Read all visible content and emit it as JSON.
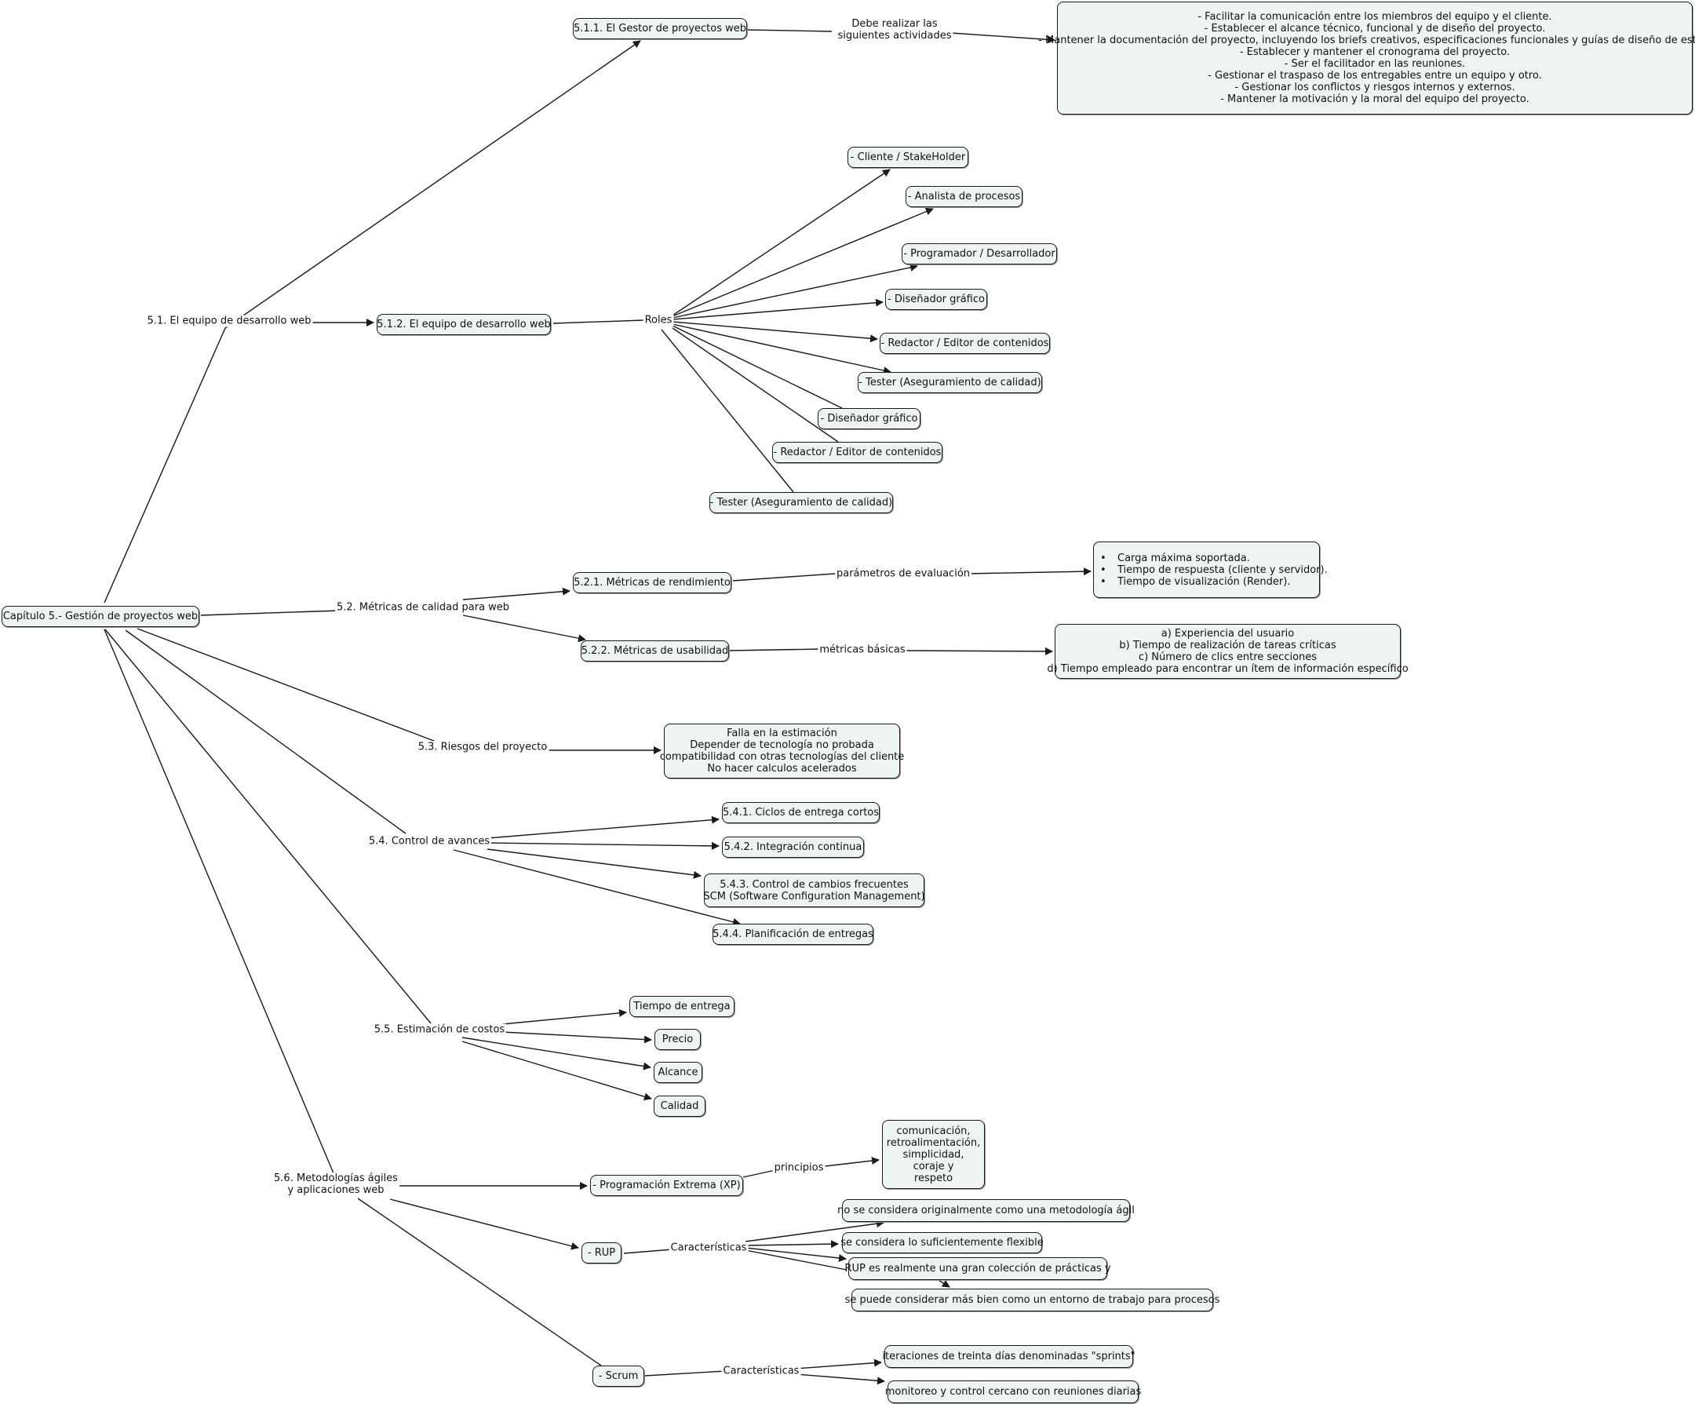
{
  "nodes": {
    "root": {
      "lines": [
        "Capítulo 5.- Gestión de proyectos web"
      ]
    },
    "n511": {
      "lines": [
        "5.1.1. El Gestor de proyectos web"
      ]
    },
    "acts": {
      "lines": [
        "- Facilitar la comunicación entre los miembros del equipo y el cliente.",
        "- Establecer el alcance técnico, funcional y de diseño del proyecto.",
        "- Mantener la documentación del proyecto, incluyendo los briefs creativos, especificaciones funcionales y guías de diseño de estilo.",
        "- Establecer y mantener el cronograma del proyecto.",
        "- Ser el facilitador en las reuniones.",
        "- Gestionar el traspaso de los entregables entre un equipo y otro.",
        "- Gestionar los conflictos y riesgos internos y externos.",
        "- Mantener la motivación y la moral del equipo del proyecto."
      ]
    },
    "n512": {
      "lines": [
        "5.1.2. El equipo de desarrollo web"
      ]
    },
    "r1": {
      "lines": [
        "- Cliente / StakeHolder"
      ]
    },
    "r2": {
      "lines": [
        "- Analista de procesos"
      ]
    },
    "r3": {
      "lines": [
        "- Programador / Desarrollador"
      ]
    },
    "r4": {
      "lines": [
        "- Diseñador gráfico"
      ]
    },
    "r5": {
      "lines": [
        "- Redactor / Editor de contenidos"
      ]
    },
    "r6": {
      "lines": [
        "- Tester (Aseguramiento de calidad)"
      ]
    },
    "r7": {
      "lines": [
        "- Diseñador gráfico"
      ]
    },
    "r8": {
      "lines": [
        "- Redactor / Editor de contenidos"
      ]
    },
    "r9": {
      "lines": [
        "- Tester (Aseguramiento de calidad)"
      ]
    },
    "n521": {
      "lines": [
        "5.2.1. Métricas de rendimiento"
      ]
    },
    "perf": {
      "lines": [
        "Carga máxima soportada.",
        "Tiempo de respuesta (cliente y servidor).",
        "Tiempo de visualización (Render)."
      ]
    },
    "n522": {
      "lines": [
        "5.2.2. Métricas de usabilidad"
      ]
    },
    "usab": {
      "lines": [
        "a) Experiencia del usuario",
        "b) Tiempo de realización de tareas críticas",
        "c) Número de clics entre secciones",
        "d) Tiempo empleado para encontrar un ítem de información específico"
      ]
    },
    "risks": {
      "lines": [
        "Falla en la estimación",
        "Depender de tecnología no probada",
        "compatibilidad con otras tecnologías del cliente",
        "No hacer calculos acelerados"
      ]
    },
    "n541": {
      "lines": [
        "5.4.1. Ciclos de entrega cortos"
      ]
    },
    "n542": {
      "lines": [
        "5.4.2. Integración continua"
      ]
    },
    "n543": {
      "lines": [
        "5.4.3. Control de cambios frecuentes",
        "SCM (Software Configuration Management)"
      ]
    },
    "n544": {
      "lines": [
        "5.4.4. Planificación de entregas"
      ]
    },
    "c1": {
      "lines": [
        "Tiempo de entrega"
      ]
    },
    "c2": {
      "lines": [
        "Precio"
      ]
    },
    "c3": {
      "lines": [
        "Alcance"
      ]
    },
    "c4": {
      "lines": [
        "Calidad"
      ]
    },
    "xp": {
      "lines": [
        "- Programación Extrema (XP)"
      ]
    },
    "xpv": {
      "lines": [
        "comunicación,",
        "retroalimentación,",
        "simplicidad,",
        "coraje y",
        "respeto"
      ]
    },
    "rup": {
      "lines": [
        "- RUP"
      ]
    },
    "ru1": {
      "lines": [
        "no se considera originalmente como una metodología ágil"
      ]
    },
    "ru2": {
      "lines": [
        "se considera lo suficientemente flexible"
      ]
    },
    "ru3": {
      "lines": [
        "RUP es realmente una gran colección de prácticas y"
      ]
    },
    "ru4": {
      "lines": [
        "se puede considerar más bien como un entorno de trabajo para procesos"
      ]
    },
    "scrum": {
      "lines": [
        "- Scrum"
      ]
    },
    "sc1": {
      "lines": [
        "iteraciones de treinta días denominadas \"sprints\""
      ]
    },
    "sc2": {
      "lines": [
        "monitoreo y control cercano con reuniones diarias"
      ]
    }
  },
  "labels": {
    "l51": {
      "lines": [
        "5.1. El equipo de desarrollo web"
      ]
    },
    "l52": {
      "lines": [
        "5.2. Métricas de calidad para web"
      ]
    },
    "l53": {
      "lines": [
        "5.3. Riesgos del proyecto"
      ]
    },
    "l54": {
      "lines": [
        "5.4. Control de avances"
      ]
    },
    "l55": {
      "lines": [
        "5.5. Estimación de costos"
      ]
    },
    "l56": {
      "lines": [
        "5.6. Metodologías ágiles",
        "y aplicaciones web"
      ]
    },
    "lDebe": {
      "lines": [
        "Debe realizar las",
        "siguientes actividades"
      ]
    },
    "lRoles": {
      "lines": [
        "Roles"
      ]
    },
    "lParam": {
      "lines": [
        "parámetros de evaluación"
      ]
    },
    "lMetr": {
      "lines": [
        "métricas básicas"
      ]
    },
    "lPrinc": {
      "lines": [
        "principios"
      ]
    },
    "lCarRup": {
      "lines": [
        "Características"
      ]
    },
    "lCarScrum": {
      "lines": [
        "Características"
      ]
    }
  },
  "colors": {
    "node_fill": "#eef3f4",
    "line": "#1a1a1a",
    "text": "#111111"
  }
}
